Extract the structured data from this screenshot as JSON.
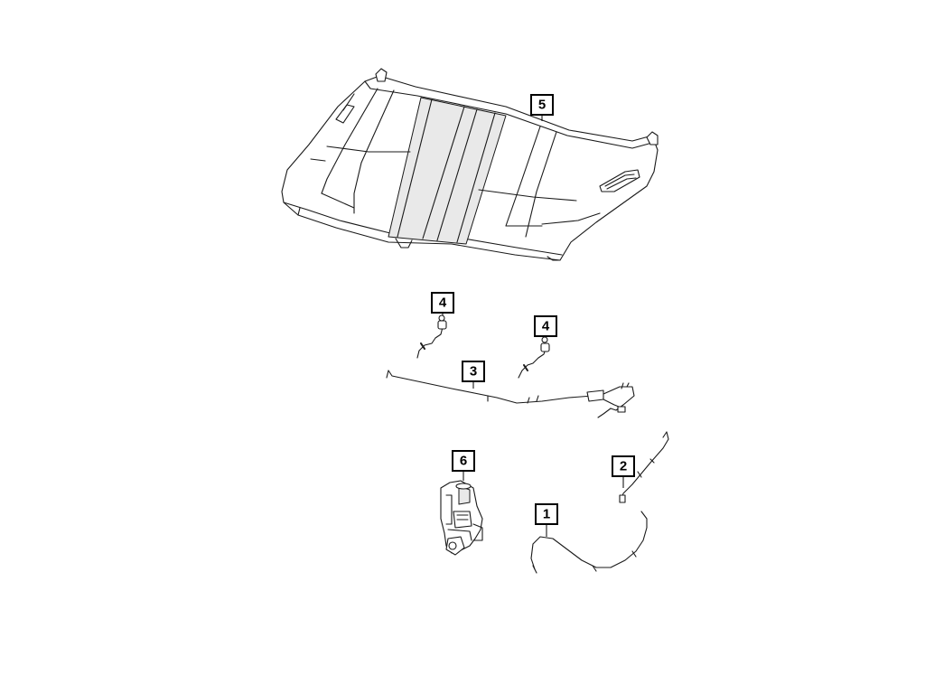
{
  "callouts": {
    "hood": "5",
    "hood_seal_left": "4",
    "hood_seal_right": "4",
    "hose_hood": "3",
    "reservoir": "6",
    "hose_2": "2",
    "hose_1": "1"
  }
}
